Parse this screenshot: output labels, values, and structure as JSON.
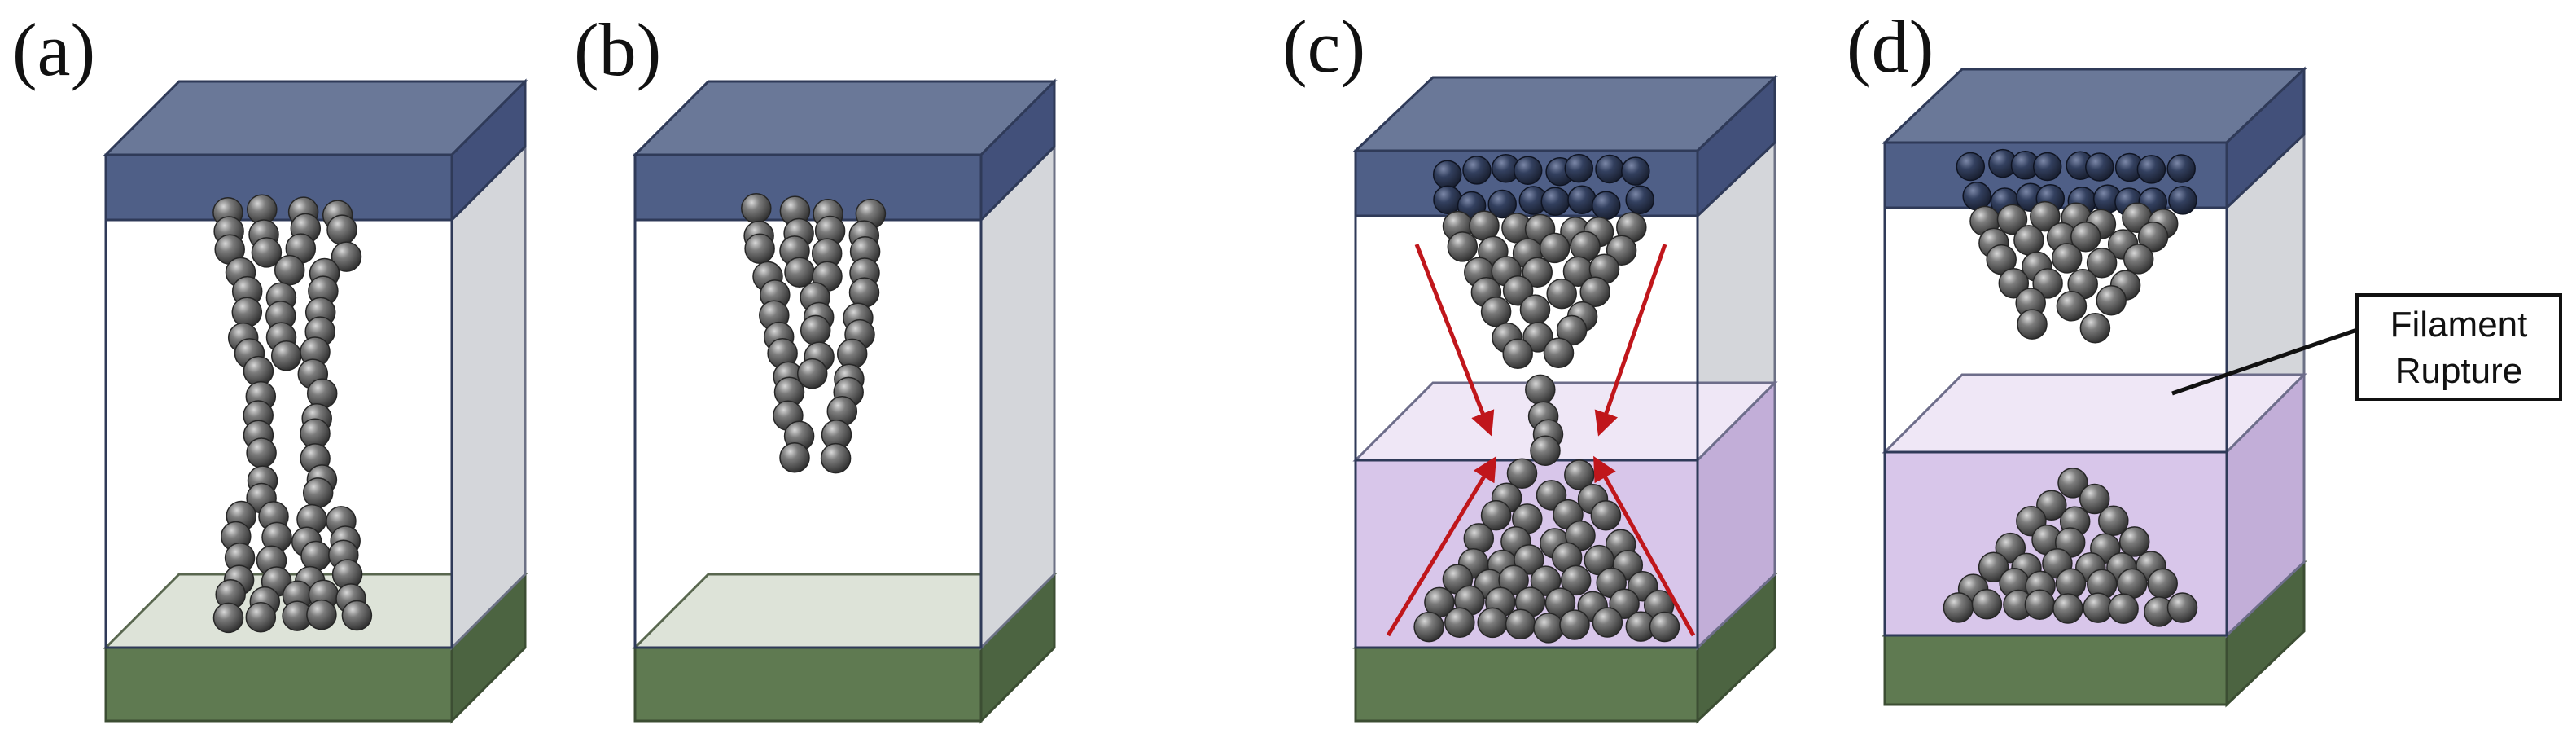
{
  "panels": [
    {
      "id": "a",
      "label": "(a)"
    },
    {
      "id": "b",
      "label": "(b)"
    },
    {
      "id": "c",
      "label": "(c)"
    },
    {
      "id": "d",
      "label": "(d)"
    }
  ],
  "callout": {
    "line1": "Filament",
    "line2": "Rupture"
  },
  "colors": {
    "electrode_top": "#4f5f87",
    "electrode_bottom": "#5f7a51",
    "switching_layer": "#d8c6ea",
    "particle": "#6d6d6d",
    "arrow": "#c0161b"
  }
}
